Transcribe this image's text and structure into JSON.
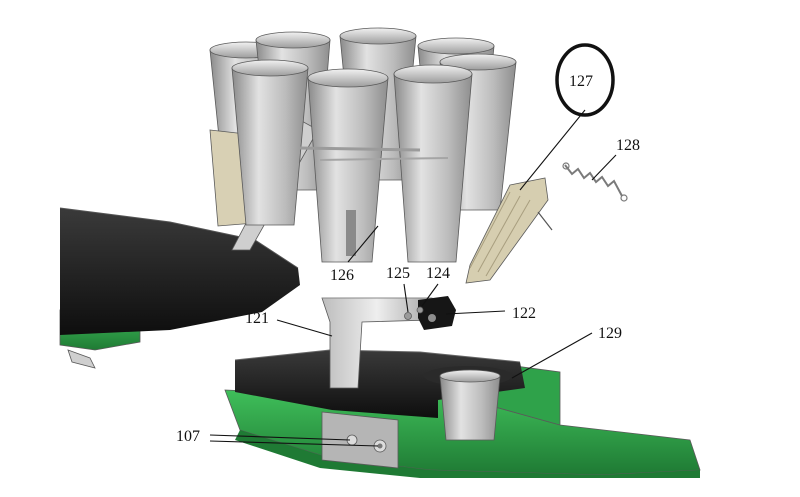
{
  "diagram": {
    "labels": {
      "p107": "107",
      "p121": "121",
      "p122": "122",
      "p124": "124",
      "p125": "125",
      "p126": "126",
      "p127": "127",
      "p128": "128",
      "p129": "129"
    },
    "highlighted": "p127",
    "colors": {
      "frame_green": "#2fa24a",
      "frame_green_dark": "#1f7a34",
      "plate_black": "#1c1c1c",
      "metal_light": "#d2d2d2",
      "metal_mid": "#a9a9a9",
      "metal_dark": "#7d7d7d",
      "ink": "#111111"
    }
  }
}
